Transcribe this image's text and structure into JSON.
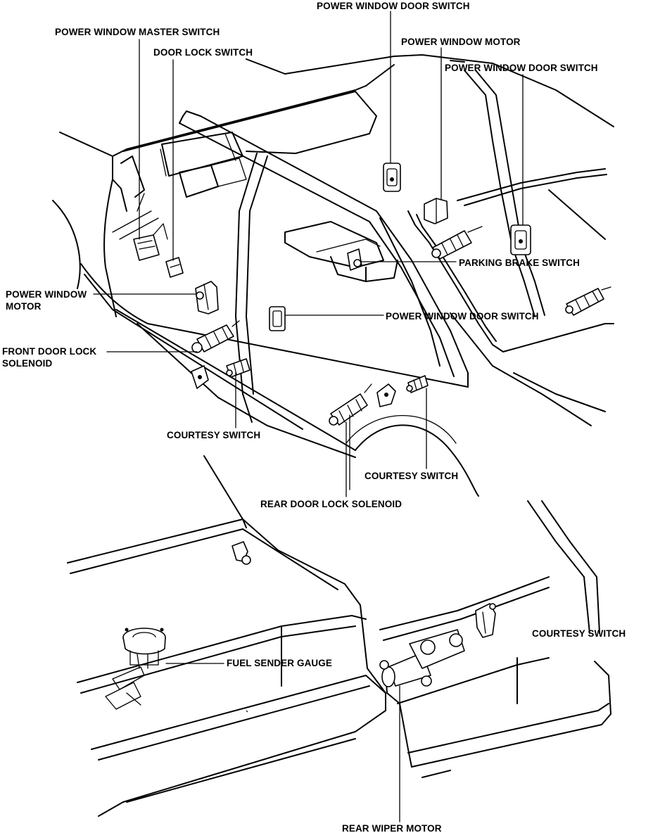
{
  "labels": {
    "power_window_door_switch_top": "POWER WINDOW DOOR SWITCH",
    "power_window_master_switch": "POWER WINDOW MASTER SWITCH",
    "power_window_motor_top": "POWER WINDOW MOTOR",
    "door_lock_switch": "DOOR LOCK SWITCH",
    "power_window_door_switch_right": "POWER WINDOW DOOR SWITCH",
    "parking_brake_switch": "PARKING BRAKE SWITCH",
    "power_window_motor_left_line1": "POWER WINDOW",
    "power_window_motor_left_line2": "MOTOR",
    "power_window_door_switch_mid": "POWER WINDOW DOOR SWITCH",
    "front_door_lock_solenoid_line1": "FRONT DOOR LOCK",
    "front_door_lock_solenoid_line2": "SOLENOID",
    "courtesy_switch_front": "COURTESY SWITCH",
    "courtesy_switch_rear": "COURTESY SWITCH",
    "rear_door_lock_solenoid": "REAR DOOR LOCK SOLENOID",
    "courtesy_switch_tailgate": "COURTESY SWITCH",
    "fuel_sender_gauge": "FUEL SENDER GAUGE",
    "rear_wiper_motor": "REAR WIPER MOTOR"
  },
  "colors": {
    "ink": "#000000",
    "paper": "#ffffff"
  }
}
